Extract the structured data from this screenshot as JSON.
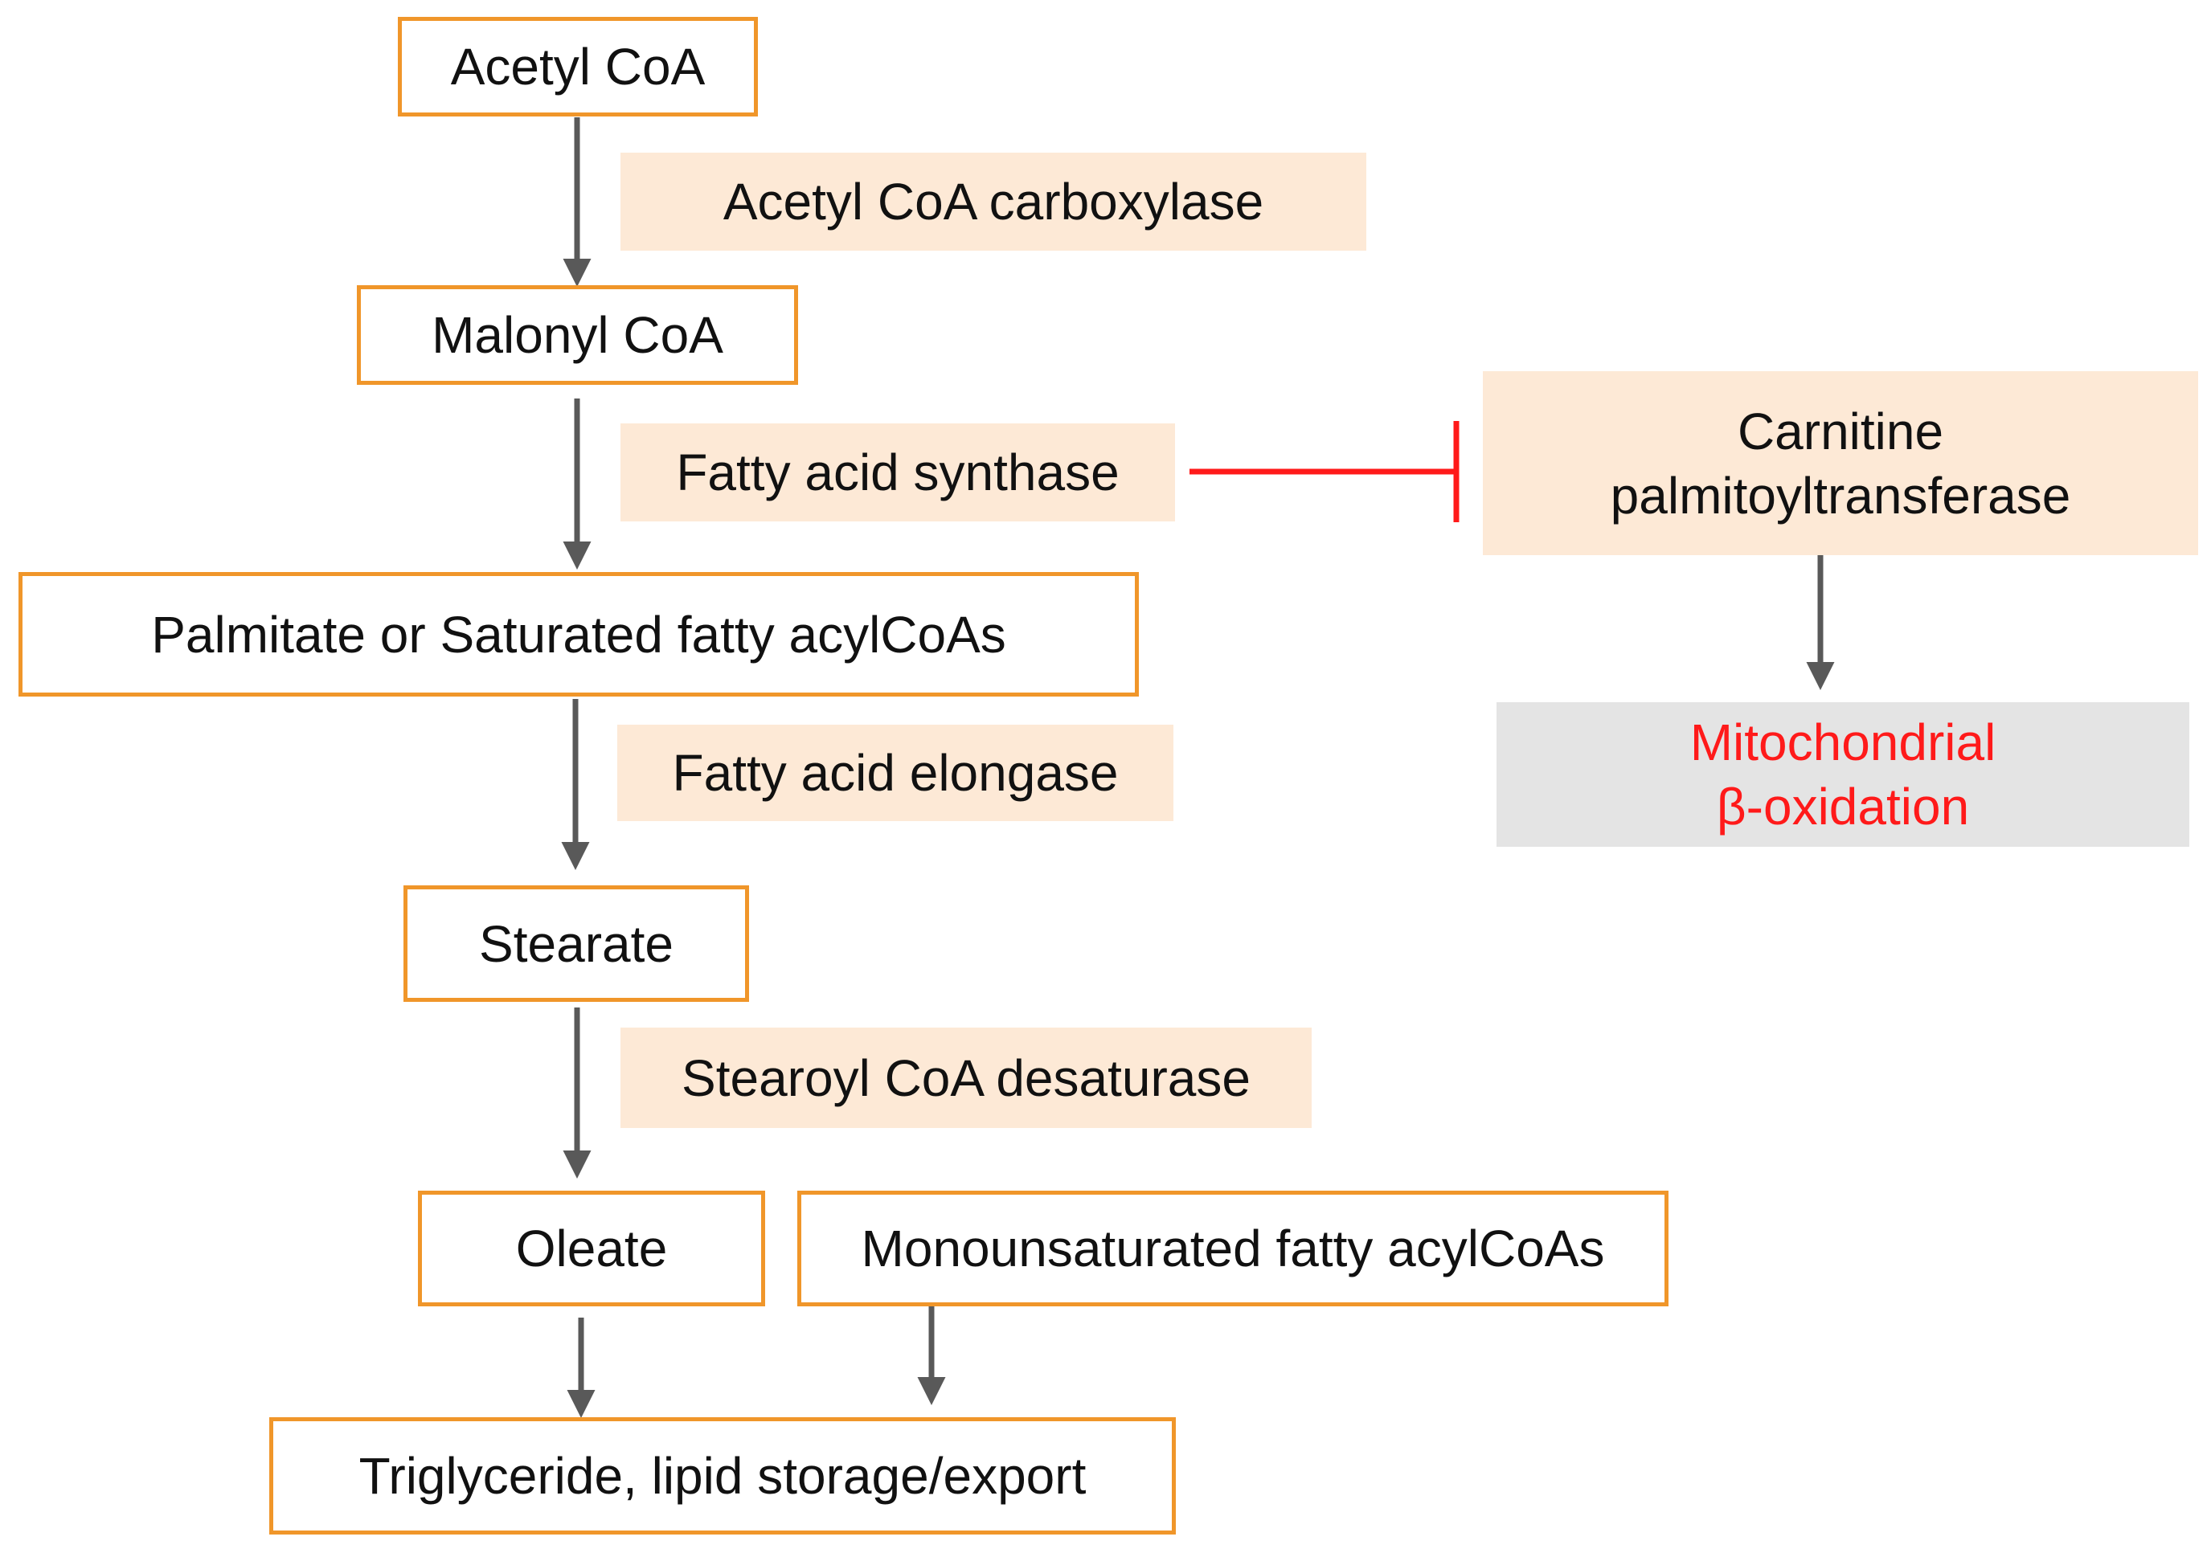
{
  "nodes": {
    "acetyl_coa": "Acetyl CoA",
    "malonyl_coa": "Malonyl CoA",
    "palmitate": "Palmitate or Saturated fatty acylCoAs",
    "stearate": "Stearate",
    "oleate": "Oleate",
    "monounsaturated": "Monounsaturated fatty acylCoAs",
    "triglyceride": "Triglyceride, lipid storage/export"
  },
  "enzymes": {
    "acc": "Acetyl CoA carboxylase",
    "fas": "Fatty acid synthase",
    "elongase": "Fatty acid elongase",
    "scd": "Stearoyl CoA desaturase",
    "cpt_line1": "Carnitine",
    "cpt_line2": "palmitoyltransferase"
  },
  "process": {
    "line1": "Mitochondrial",
    "line2": "β-oxidation"
  },
  "colors": {
    "node_border": "#f0962a",
    "enzyme_fill": "#fde9d6",
    "process_fill": "#e4e4e4",
    "process_text": "#ff1a1a",
    "arrow": "#595959",
    "inhibition": "#ff1a1a"
  }
}
